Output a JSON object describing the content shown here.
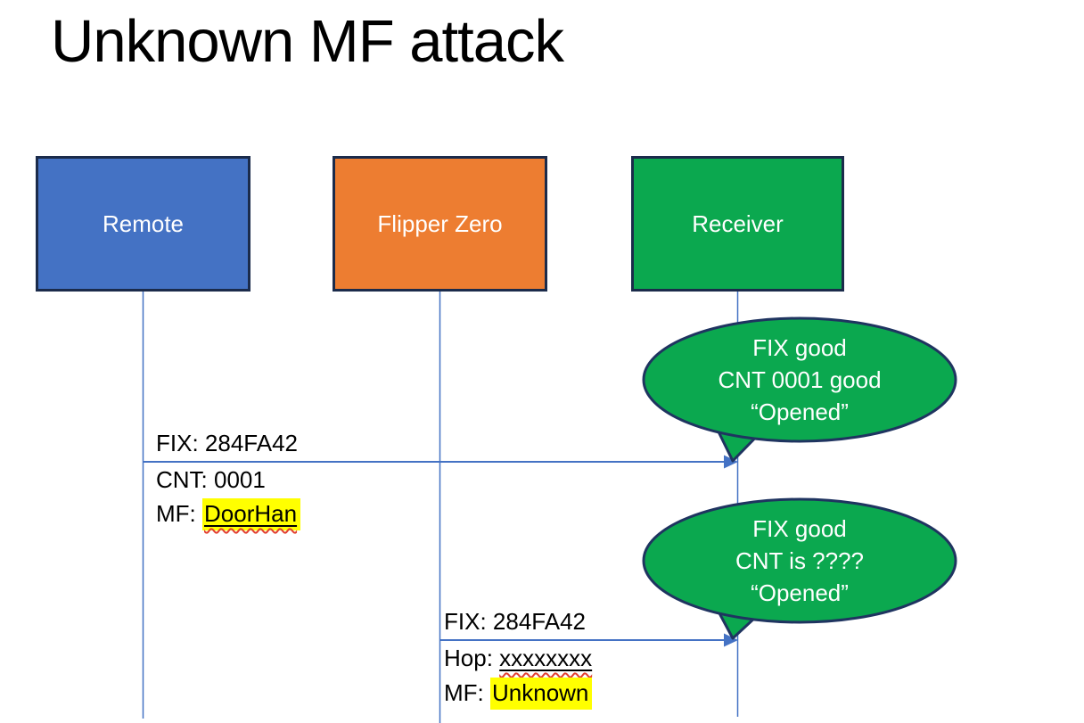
{
  "slide": {
    "title": "Unknown MF attack"
  },
  "actors": [
    {
      "label": "Remote",
      "fill": "#4472C4"
    },
    {
      "label": "Flipper Zero",
      "fill": "#ED7D31"
    },
    {
      "label": "Receiver",
      "fill": "#0BA84F"
    }
  ],
  "messages": [
    {
      "from": "Remote",
      "to": "Receiver",
      "fix": "FIX: 284FA42",
      "cnt": "CNT: 0001",
      "mf_prefix": "MF: ",
      "mf_value": "DoorHan"
    },
    {
      "from": "Flipper Zero",
      "to": "Receiver",
      "fix": "FIX: 284FA42",
      "hop_prefix": "Hop: ",
      "hop_value": "xxxxxxxx",
      "mf_prefix": "MF: ",
      "mf_value": "Unknown"
    }
  ],
  "callouts": [
    {
      "line1": "FIX good",
      "line2": "CNT 0001 good",
      "line3": "“Opened”"
    },
    {
      "line1": "FIX good",
      "line2": "CNT is ????",
      "line3": "“Opened”"
    }
  ],
  "colors": {
    "remote_fill": "#4472C4",
    "flipper_fill": "#ED7D31",
    "receiver_fill": "#0BA84F",
    "box_border": "#1B2B4B",
    "connector_blue": "#4472C4",
    "callout_fill": "#0BA84F",
    "callout_border": "#1F3460",
    "highlight_yellow": "#FFFF00",
    "squiggle_red": "#E2402F"
  }
}
